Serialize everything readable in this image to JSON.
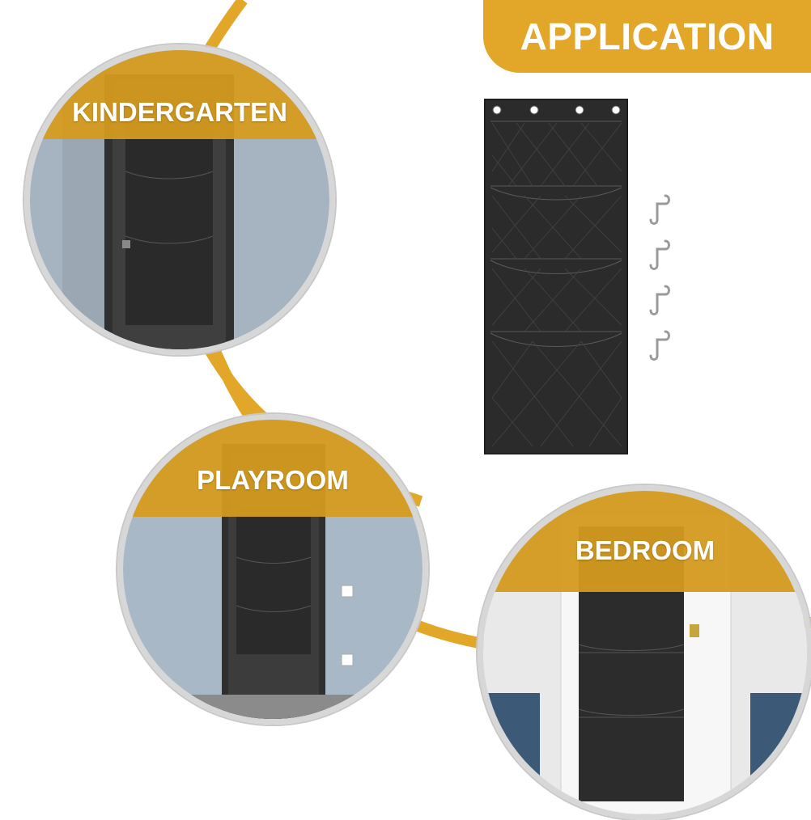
{
  "title": "APPLICATION",
  "scenes": [
    {
      "label": "KINDERGARTEN"
    },
    {
      "label": "PLAYROOM"
    },
    {
      "label": "BEDROOM"
    }
  ],
  "colors": {
    "accent": "#e2a628",
    "band": "#d49a1e",
    "wall": "#a9b7c4",
    "door": "#3a3a3a",
    "organizer": "#2b2b2b"
  },
  "icons": [
    "s-hook-icon",
    "organizer-image"
  ]
}
